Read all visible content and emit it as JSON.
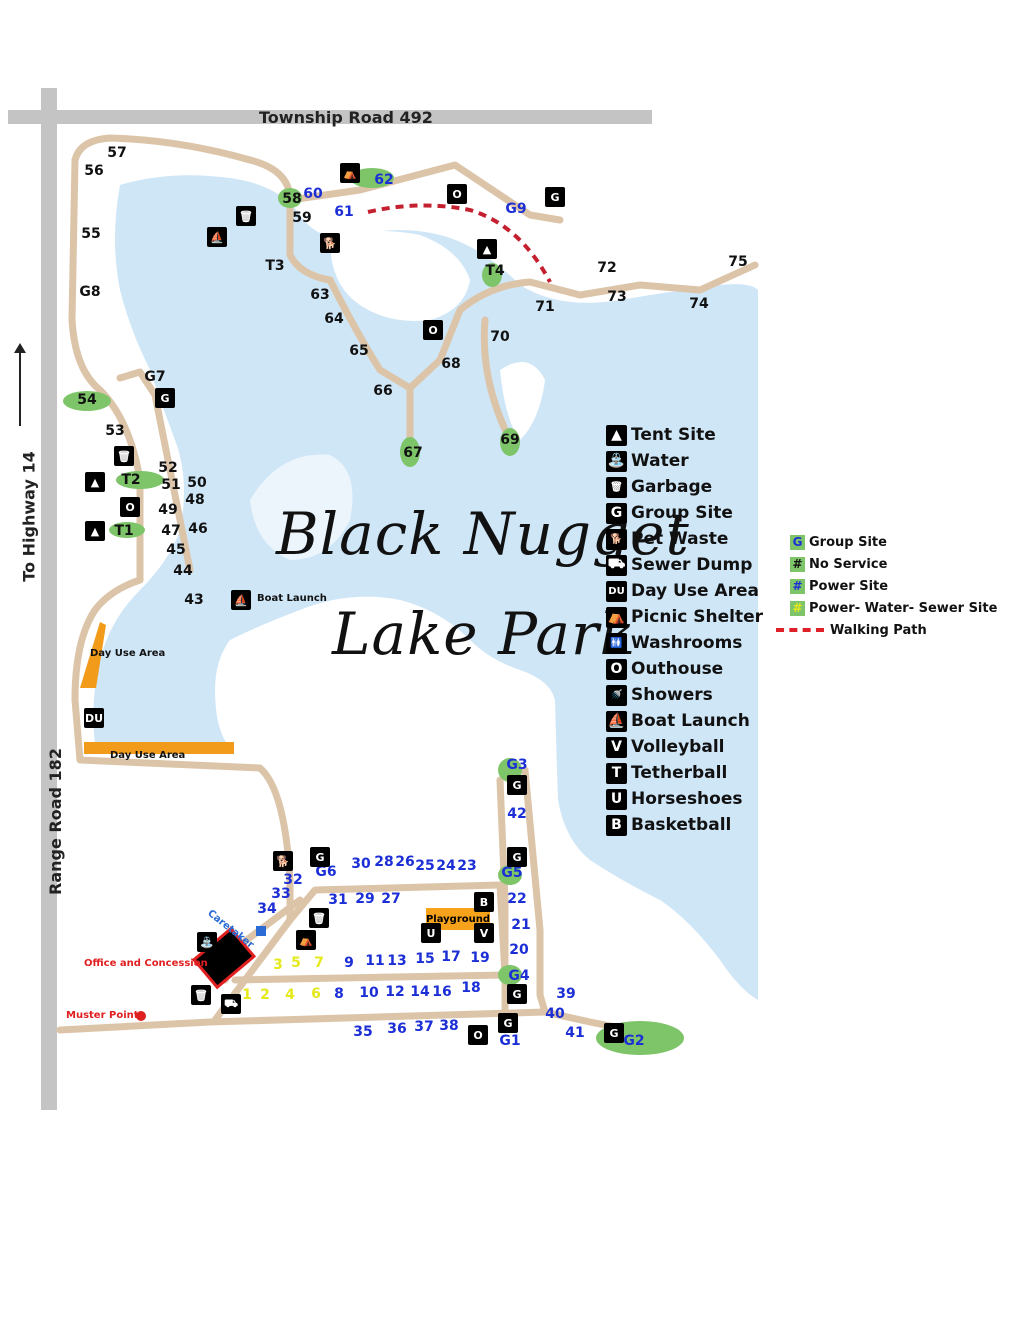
{
  "roads": {
    "top": "Township Road 492",
    "left": "Range Road 182",
    "highway": "To Highway 14"
  },
  "title": {
    "line1": "Black Nugget",
    "line2": "Lake Park"
  },
  "labels": {
    "boat_launch": "Boat Launch",
    "day_use_1": "Day Use Area",
    "day_use_2": "Day Use Area",
    "office": "Office and Concession",
    "muster": "Muster Point",
    "caretaker": "Caretaker",
    "playground": "Playground"
  },
  "colors": {
    "water": "#cfe6f7",
    "trail": "#dcc4a8",
    "site": "#7ec56a",
    "road": "#c4c4c4",
    "day_use": "#f29a1a",
    "walking_path": "#c42030",
    "power_text": "#1c2fd6",
    "full_text": "#e5e81a"
  },
  "legend": [
    {
      "icon": "tent-icon",
      "glyph": "▲",
      "label": "Tent Site"
    },
    {
      "icon": "water-icon",
      "glyph": "⛲",
      "label": "Water"
    },
    {
      "icon": "garbage-icon",
      "glyph": "🗑",
      "label": "Garbage"
    },
    {
      "icon": "group-icon",
      "glyph": "G",
      "label": "Group Site"
    },
    {
      "icon": "pet-waste-icon",
      "glyph": "🐕",
      "label": "Pet Waste"
    },
    {
      "icon": "sewer-dump-icon",
      "glyph": "⛟",
      "label": "Sewer Dump"
    },
    {
      "icon": "day-use-icon",
      "glyph": "DU",
      "label": "Day Use Area"
    },
    {
      "icon": "picnic-icon",
      "glyph": "⛺",
      "label": "Picnic Shelter"
    },
    {
      "icon": "washroom-icon",
      "glyph": "🚻",
      "label": "Washrooms"
    },
    {
      "icon": "outhouse-icon",
      "glyph": "O",
      "label": "Outhouse"
    },
    {
      "icon": "shower-icon",
      "glyph": "🚿",
      "label": "Showers"
    },
    {
      "icon": "boat-launch-icon",
      "glyph": "⛵",
      "label": "Boat Launch"
    },
    {
      "icon": "volleyball-icon",
      "glyph": "V",
      "label": "Volleyball"
    },
    {
      "icon": "tetherball-icon",
      "glyph": "T",
      "label": "Tetherball"
    },
    {
      "icon": "horseshoe-icon",
      "glyph": "U",
      "label": "Horseshoes"
    },
    {
      "icon": "basketball-icon",
      "glyph": "B",
      "label": "Basketball"
    }
  ],
  "legend2": [
    {
      "swatch": "G",
      "swatch_color": "#1c2fd6",
      "label": "Group Site"
    },
    {
      "swatch": "#",
      "swatch_color": "#111111",
      "label": "No Service"
    },
    {
      "swatch": "#",
      "swatch_color": "#1c2fd6",
      "label": "Power Site"
    },
    {
      "swatch": "#",
      "swatch_color": "#e5e81a",
      "label": "Power- Water- Sewer Site"
    },
    {
      "swatch": "",
      "swatch_color": "",
      "label": "Walking Path"
    }
  ],
  "sites": [
    {
      "id": "57",
      "t": "none"
    },
    {
      "id": "56",
      "t": "none"
    },
    {
      "id": "55",
      "t": "none"
    },
    {
      "id": "G8",
      "t": "none"
    },
    {
      "id": "54",
      "t": "none"
    },
    {
      "id": "53",
      "t": "none"
    },
    {
      "id": "G7",
      "t": "none"
    },
    {
      "id": "T2",
      "t": "none"
    },
    {
      "id": "T1",
      "t": "none"
    },
    {
      "id": "52",
      "t": "none"
    },
    {
      "id": "51",
      "t": "none"
    },
    {
      "id": "50",
      "t": "none"
    },
    {
      "id": "49",
      "t": "none"
    },
    {
      "id": "48",
      "t": "none"
    },
    {
      "id": "47",
      "t": "none"
    },
    {
      "id": "46",
      "t": "none"
    },
    {
      "id": "45",
      "t": "none"
    },
    {
      "id": "44",
      "t": "none"
    },
    {
      "id": "43",
      "t": "none"
    },
    {
      "id": "58",
      "t": "none"
    },
    {
      "id": "59",
      "t": "none"
    },
    {
      "id": "60",
      "t": "power"
    },
    {
      "id": "61",
      "t": "power"
    },
    {
      "id": "62",
      "t": "power"
    },
    {
      "id": "G9",
      "t": "power"
    },
    {
      "id": "T3",
      "t": "none"
    },
    {
      "id": "T4",
      "t": "none"
    },
    {
      "id": "63",
      "t": "none"
    },
    {
      "id": "64",
      "t": "none"
    },
    {
      "id": "65",
      "t": "none"
    },
    {
      "id": "66",
      "t": "none"
    },
    {
      "id": "67",
      "t": "none"
    },
    {
      "id": "68",
      "t": "none"
    },
    {
      "id": "69",
      "t": "none"
    },
    {
      "id": "70",
      "t": "none"
    },
    {
      "id": "71",
      "t": "none"
    },
    {
      "id": "72",
      "t": "none"
    },
    {
      "id": "73",
      "t": "none"
    },
    {
      "id": "74",
      "t": "none"
    },
    {
      "id": "75",
      "t": "none"
    },
    {
      "id": "G3",
      "t": "power"
    },
    {
      "id": "42",
      "t": "power"
    },
    {
      "id": "G5",
      "t": "power"
    },
    {
      "id": "22",
      "t": "power"
    },
    {
      "id": "21",
      "t": "power"
    },
    {
      "id": "20",
      "t": "power"
    },
    {
      "id": "G4",
      "t": "power"
    },
    {
      "id": "39",
      "t": "power"
    },
    {
      "id": "40",
      "t": "power"
    },
    {
      "id": "41",
      "t": "power"
    },
    {
      "id": "G2",
      "t": "power"
    },
    {
      "id": "G1",
      "t": "power"
    },
    {
      "id": "G6",
      "t": "power"
    },
    {
      "id": "30",
      "t": "power"
    },
    {
      "id": "28",
      "t": "power"
    },
    {
      "id": "26",
      "t": "power"
    },
    {
      "id": "25",
      "t": "power"
    },
    {
      "id": "24",
      "t": "power"
    },
    {
      "id": "23",
      "t": "power"
    },
    {
      "id": "32",
      "t": "power"
    },
    {
      "id": "33",
      "t": "power"
    },
    {
      "id": "34",
      "t": "power"
    },
    {
      "id": "31",
      "t": "power"
    },
    {
      "id": "29",
      "t": "power"
    },
    {
      "id": "27",
      "t": "power"
    },
    {
      "id": "3",
      "t": "full"
    },
    {
      "id": "5",
      "t": "full"
    },
    {
      "id": "7",
      "t": "full"
    },
    {
      "id": "9",
      "t": "power"
    },
    {
      "id": "11",
      "t": "power"
    },
    {
      "id": "13",
      "t": "power"
    },
    {
      "id": "15",
      "t": "power"
    },
    {
      "id": "17",
      "t": "power"
    },
    {
      "id": "19",
      "t": "power"
    },
    {
      "id": "1",
      "t": "full"
    },
    {
      "id": "2",
      "t": "full"
    },
    {
      "id": "4",
      "t": "full"
    },
    {
      "id": "6",
      "t": "full"
    },
    {
      "id": "8",
      "t": "power"
    },
    {
      "id": "10",
      "t": "power"
    },
    {
      "id": "12",
      "t": "power"
    },
    {
      "id": "14",
      "t": "power"
    },
    {
      "id": "16",
      "t": "power"
    },
    {
      "id": "18",
      "t": "power"
    },
    {
      "id": "35",
      "t": "power"
    },
    {
      "id": "36",
      "t": "power"
    },
    {
      "id": "37",
      "t": "power"
    },
    {
      "id": "38",
      "t": "power"
    }
  ],
  "map_icons": [
    {
      "name": "group-icon",
      "glyph": "G"
    },
    {
      "name": "group-icon",
      "glyph": "G"
    },
    {
      "name": "group-icon",
      "glyph": "G"
    },
    {
      "name": "group-icon",
      "glyph": "G"
    },
    {
      "name": "group-icon",
      "glyph": "G"
    },
    {
      "name": "group-icon",
      "glyph": "G"
    },
    {
      "name": "group-icon",
      "glyph": "G"
    },
    {
      "name": "group-icon",
      "glyph": "G"
    },
    {
      "name": "outhouse-icon",
      "glyph": "O"
    },
    {
      "name": "outhouse-icon",
      "glyph": "O"
    },
    {
      "name": "outhouse-icon",
      "glyph": "O"
    },
    {
      "name": "outhouse-icon",
      "glyph": "O"
    },
    {
      "name": "tent-icon",
      "glyph": "▲"
    },
    {
      "name": "tent-icon",
      "glyph": "▲"
    },
    {
      "name": "tent-icon",
      "glyph": "▲"
    },
    {
      "name": "garbage-icon",
      "glyph": "🗑"
    },
    {
      "name": "garbage-icon",
      "glyph": "🗑"
    },
    {
      "name": "garbage-icon",
      "glyph": "🗑"
    },
    {
      "name": "garbage-icon",
      "glyph": "🗑"
    },
    {
      "name": "boat-launch-icon",
      "glyph": "⛵"
    },
    {
      "name": "boat-launch-icon",
      "glyph": "⛵"
    },
    {
      "name": "pet-waste-icon",
      "glyph": "🐕"
    },
    {
      "name": "pet-waste-icon",
      "glyph": "🐕"
    },
    {
      "name": "picnic-icon",
      "glyph": "⛺"
    },
    {
      "name": "picnic-icon",
      "glyph": "⛺"
    },
    {
      "name": "day-use-icon",
      "glyph": "DU"
    },
    {
      "name": "basketball-icon",
      "glyph": "B"
    },
    {
      "name": "volleyball-icon",
      "glyph": "V"
    },
    {
      "name": "horseshoe-icon",
      "glyph": "U"
    },
    {
      "name": "water-icon",
      "glyph": "⛲"
    },
    {
      "name": "sewer-dump-icon",
      "glyph": "⛟"
    }
  ]
}
